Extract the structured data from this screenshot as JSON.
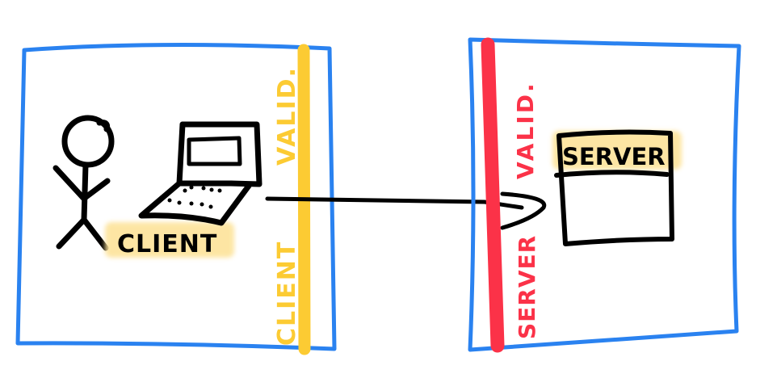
{
  "colors": {
    "frame": "#2a82f0",
    "client_barrier": "#fccb33",
    "server_barrier": "#fb3248",
    "ink": "#000000",
    "highlight": "#fde39a"
  },
  "client_zone": {
    "label": "CLIENT",
    "barrier_label_top": "VALID.",
    "barrier_label_bottom": "CLIENT",
    "icons": [
      "stick-figure-user",
      "laptop"
    ]
  },
  "server_zone": {
    "label": "SERVER",
    "barrier_label_top": "VALID.",
    "barrier_label_bottom": "SERVER",
    "icons": [
      "server-box"
    ]
  },
  "connection": {
    "from": "client laptop",
    "to": "server validation barrier",
    "style": "line ending in a loop that bounces back at the server barrier"
  }
}
